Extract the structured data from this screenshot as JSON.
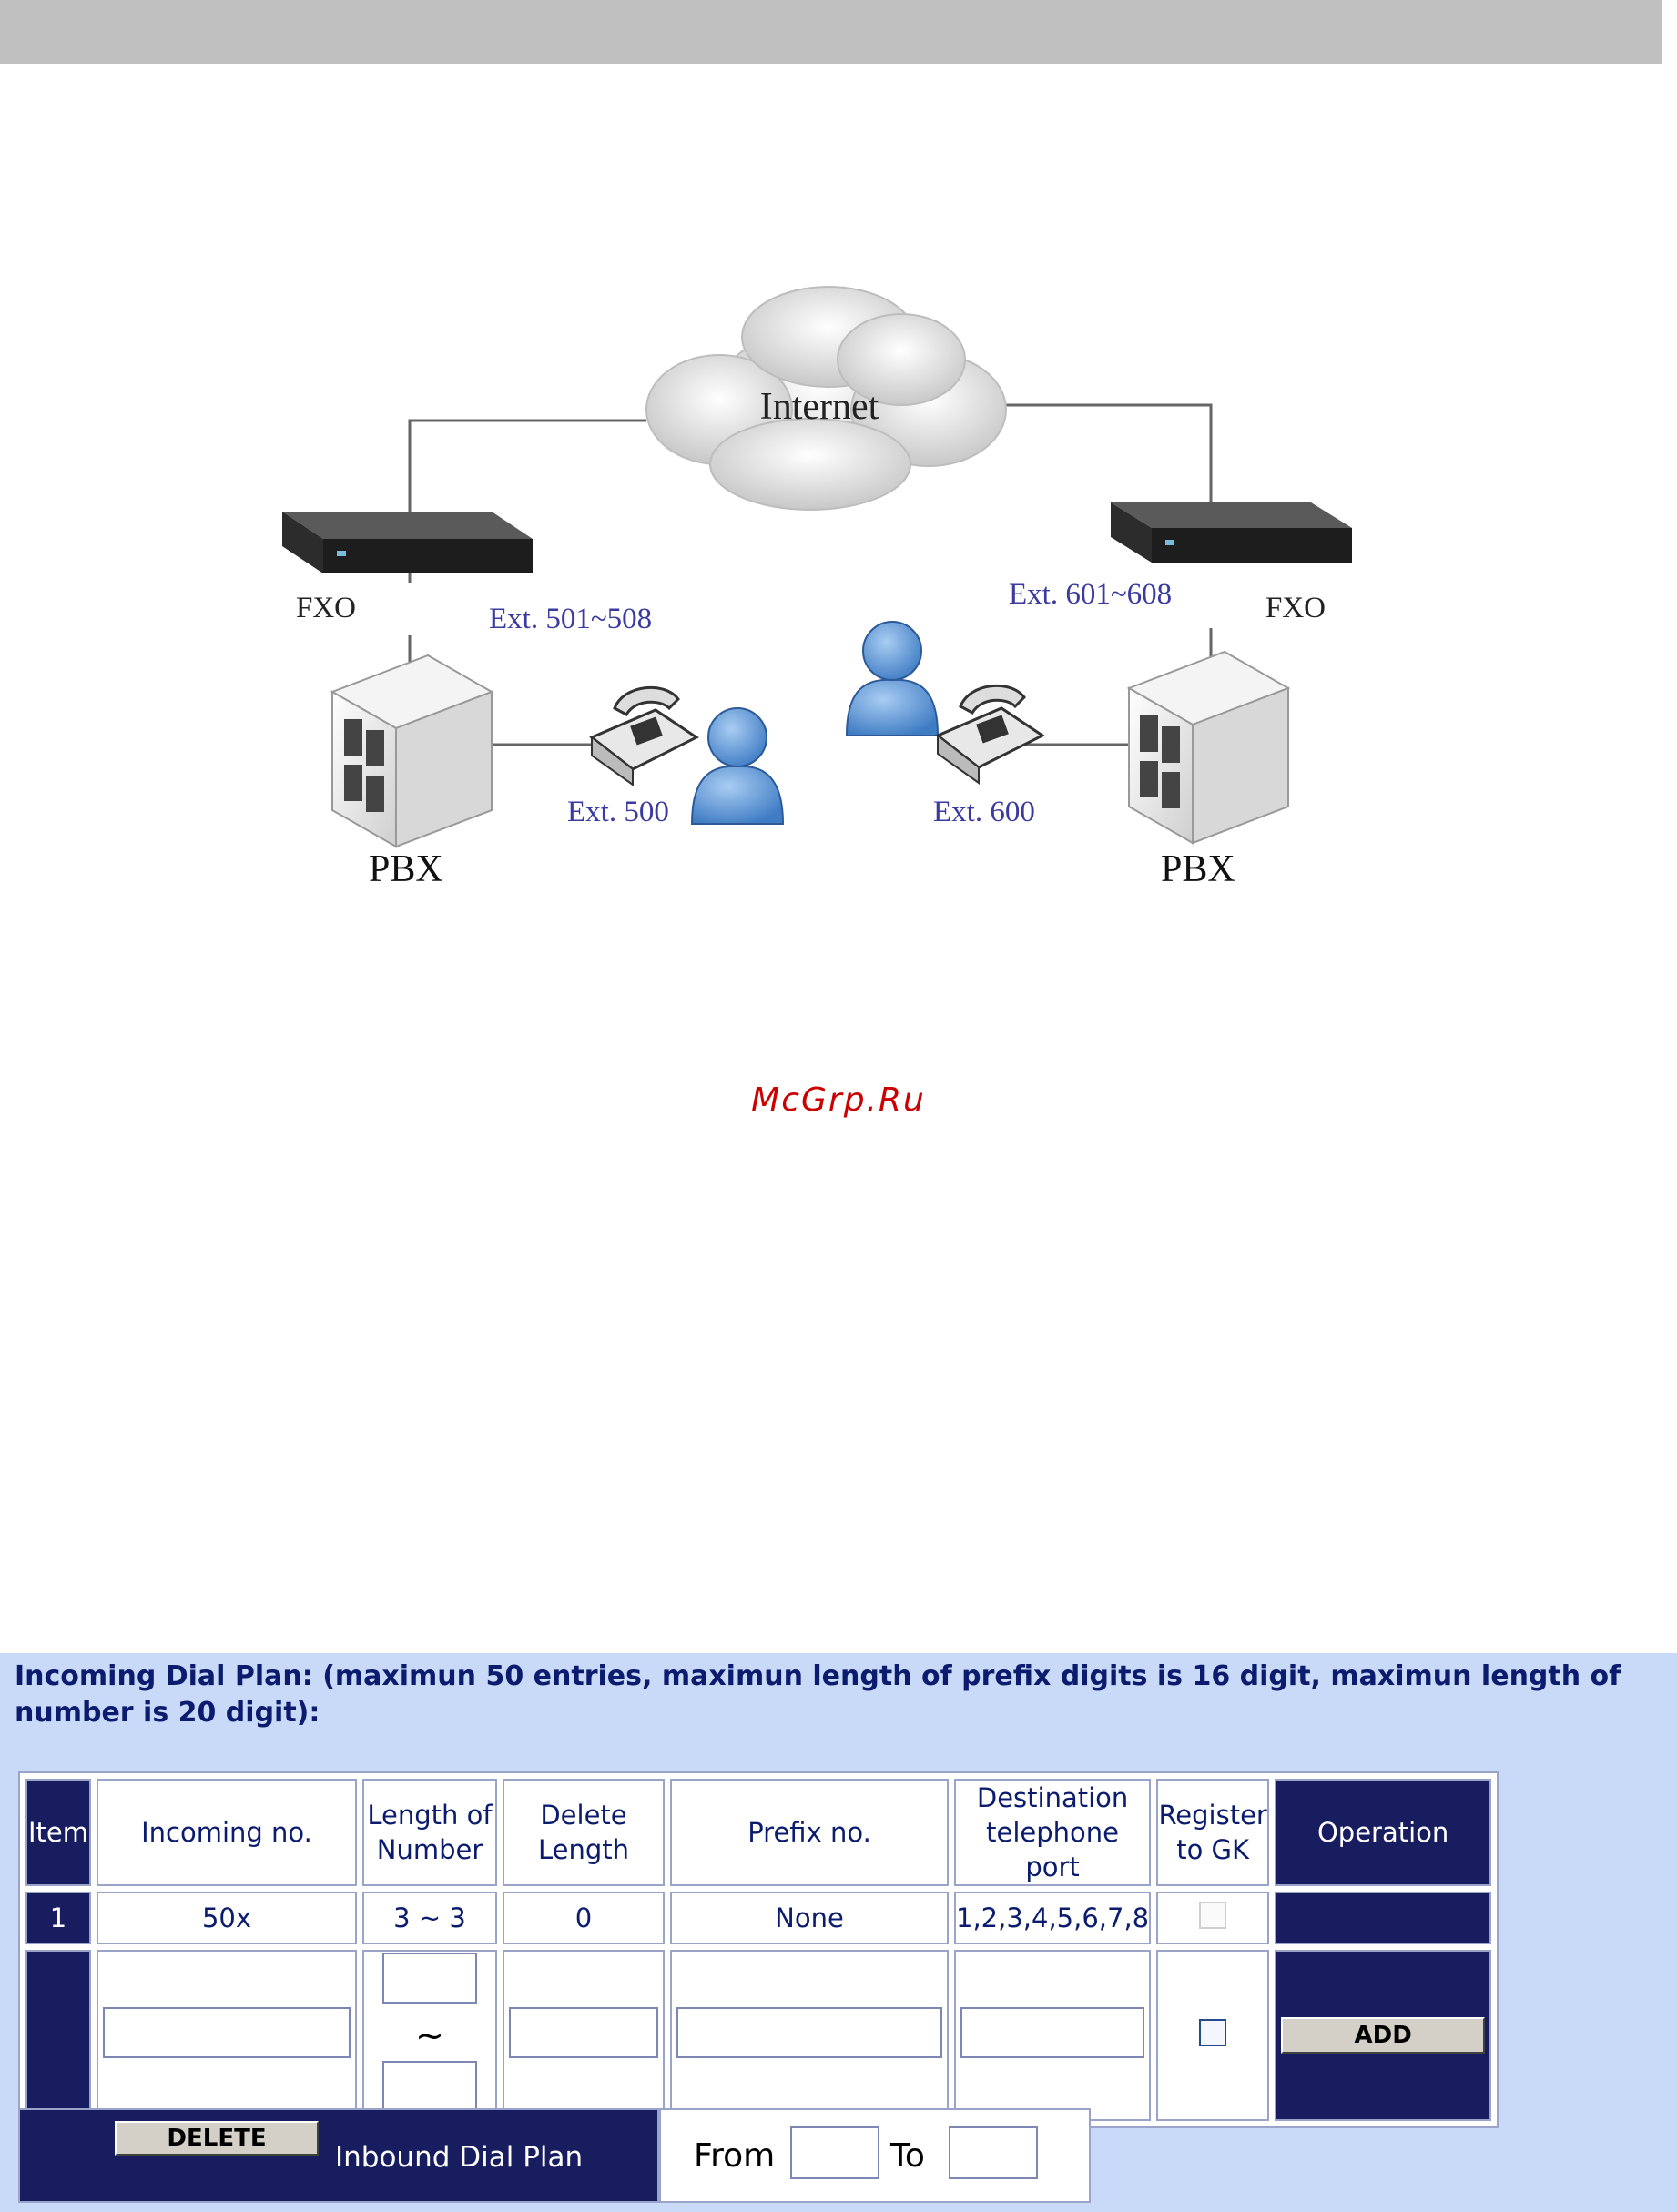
{
  "diagram": {
    "internet_label": "Internet",
    "left_fxo_label": "FXO",
    "right_fxo_label": "FXO",
    "left_ext_range": "Ext. 501~508",
    "right_ext_range": "Ext. 601~608",
    "left_ext": "Ext. 500",
    "right_ext": "Ext. 600",
    "left_pbx_label": "PBX",
    "right_pbx_label": "PBX"
  },
  "watermark": "McGrp.Ru",
  "dial_plan": {
    "title": "Incoming Dial Plan: (maximun 50 entries, maximun length of prefix digits is 16 digit, maximun length of number is 20 digit):",
    "headers": {
      "item": "Item",
      "incoming_no": "Incoming no.",
      "length_of_number": "Length of Number",
      "delete_length": "Delete Length",
      "prefix_no": "Prefix no.",
      "destination_port": "Destination telephone port",
      "register_gk": "Register to GK",
      "operation": "Operation"
    },
    "row": {
      "item": "1",
      "incoming_no": "50x",
      "length": "3 ~ 3",
      "delete_length": "0",
      "prefix_no": "None",
      "destination_port": "1,2,3,4,5,6,7,8"
    },
    "tilde": "~",
    "add_button": "ADD",
    "delete_button": "DELETE",
    "inbound_label": "Inbound Dial Plan",
    "from_label": "From",
    "to_label": "To"
  }
}
